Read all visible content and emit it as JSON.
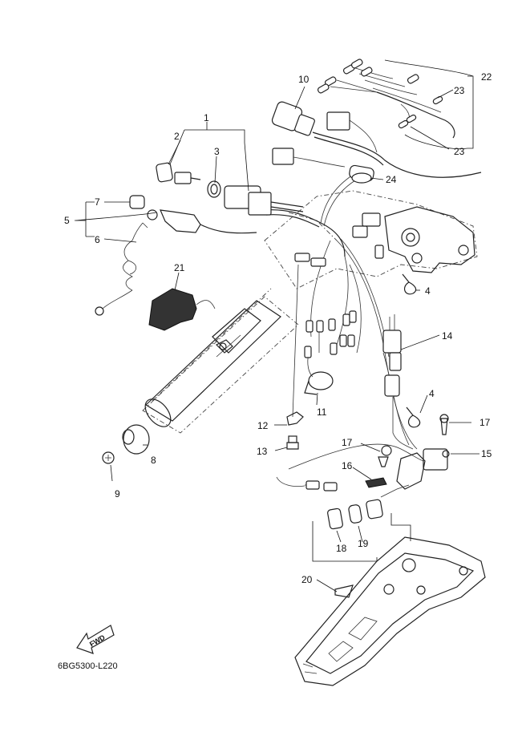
{
  "diagram": {
    "reference_code": "6BG5300-L220",
    "fwd_label": "FWD",
    "callouts": [
      "1",
      "2",
      "3",
      "4",
      "4",
      "5",
      "6",
      "7",
      "8",
      "9",
      "10",
      "11",
      "12",
      "13",
      "14",
      "15",
      "16",
      "17",
      "17",
      "18",
      "19",
      "20",
      "21",
      "22",
      "23",
      "23",
      "24"
    ]
  }
}
